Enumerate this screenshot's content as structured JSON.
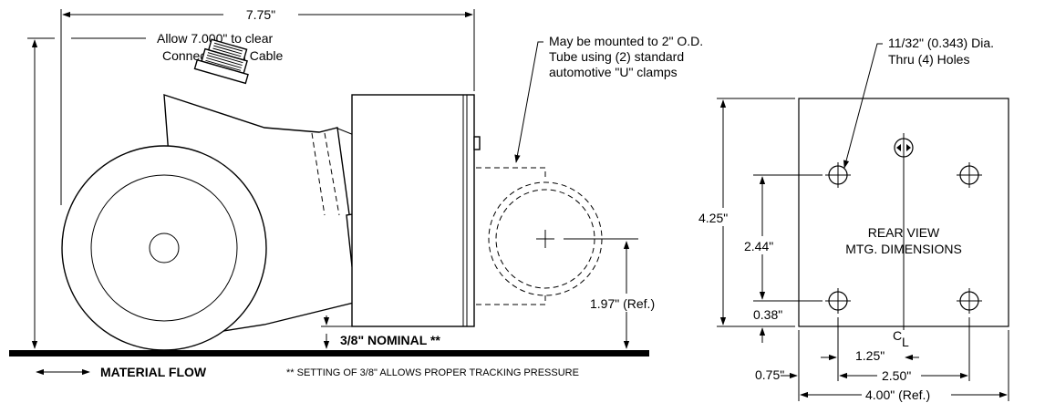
{
  "labels": {
    "overall_width": "7.75\"",
    "clearance_line1": "Allow 7.000\" to clear",
    "clearance_line2": "Connector and Cable",
    "mount_note_line1": "May be mounted to 2\" O.D.",
    "mount_note_line2": "Tube using (2) standard",
    "mount_note_line3": "automotive \"U\" clamps",
    "tube_height": "1.97\" (Ref.)",
    "nominal_gap": "3/8\" NOMINAL **",
    "material_flow": "MATERIAL FLOW",
    "setting_note": "** SETTING OF 3/8\" ALLOWS PROPER TRACKING PRESSURE",
    "hole_note_line1": "11/32\" (0.343) Dia.",
    "hole_note_line2": "Thru (4) Holes",
    "rear_view_line1": "REAR VIEW",
    "rear_view_line2": "MTG. DIMENSIONS",
    "plate_height": "4.25\"",
    "hole_spacing_vertical": "2.44\"",
    "bottom_offset": "0.38\"",
    "centerline_c": "C",
    "centerline_l": "L",
    "center_offset": "1.25\"",
    "left_offset": "0.75\"",
    "hole_spacing_horizontal": "2.50\"",
    "plate_width": "4.00\" (Ref.)"
  }
}
